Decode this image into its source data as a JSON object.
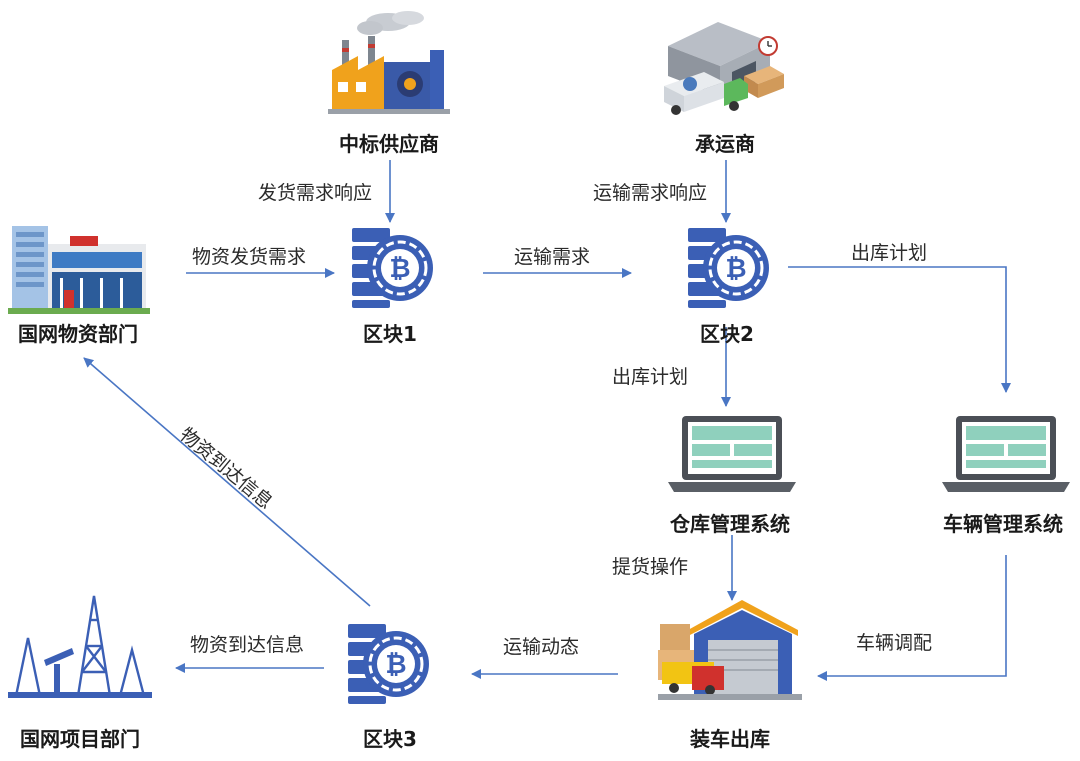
{
  "nodes": {
    "supplier": "中标供应商",
    "carrier": "承运商",
    "materials_dept": "国网物资部门",
    "block1": "区块1",
    "block2": "区块2",
    "block3": "区块3",
    "warehouse_system": "仓库管理系统",
    "vehicle_system": "车辆管理系统",
    "project_dept": "国网项目部门",
    "loading": "装车出库"
  },
  "edges": {
    "supplier_to_block1": "发货需求响应",
    "carrier_to_block2": "运输需求响应",
    "dept_to_block1": "物资发货需求",
    "block1_to_block2": "运输需求",
    "block2_to_vehicle": "出库计划",
    "block2_to_warehouse": "出库计划",
    "warehouse_to_loading": "提货操作",
    "vehicle_to_loading": "车辆调配",
    "loading_to_block3": "运输动态",
    "block3_to_project": "物资到达信息",
    "block3_to_dept": "物资到达信息"
  },
  "colors": {
    "arrow": "#4a76c4",
    "block_blue": "#3b5fb5",
    "block_dark": "#2c4a99"
  }
}
